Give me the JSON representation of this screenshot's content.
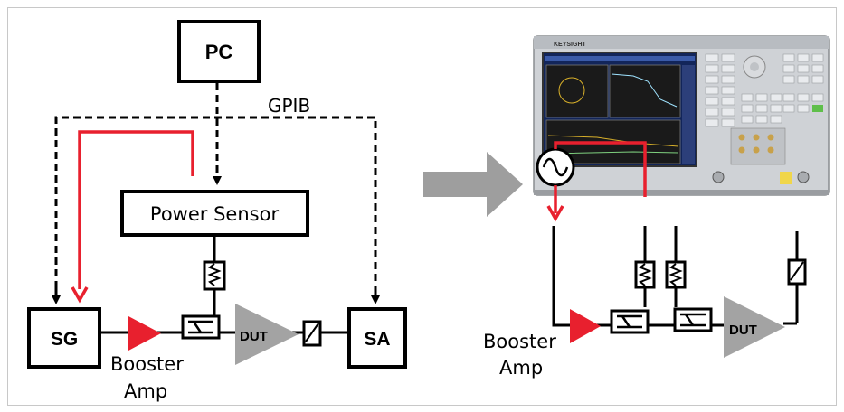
{
  "left": {
    "pc_label": "PC",
    "gpib_label": "GPIB",
    "power_sensor_label": "Power Sensor",
    "sg_label": "SG",
    "sa_label": "SA",
    "dut_label": "DUT",
    "booster_label_line1": "Booster",
    "booster_label_line2": "Amp"
  },
  "right": {
    "dut_label": "DUT",
    "booster_label_line1": "Booster",
    "booster_label_line2": "Amp",
    "instrument_brand": "KEYSIGHT"
  },
  "colors": {
    "signal_red": "#e8202e",
    "line_black": "#000000",
    "arrow_gray": "#9e9e9e",
    "dut_gray": "#a3a3a3",
    "frame": "#c8c8c8"
  }
}
